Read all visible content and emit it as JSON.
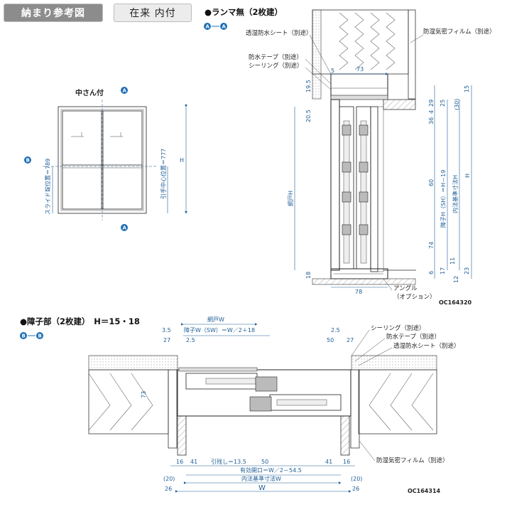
{
  "tabs": {
    "notes": "納まり参考図",
    "type": "在来  内付"
  },
  "top": {
    "section_title": "●ランマ無（2枚建）",
    "section_marker": [
      "A",
      "A"
    ],
    "elevation_title": "中さん付",
    "callouts": {
      "sheet": "透湿防水シート（別途）",
      "tape": "防水テープ（別途）",
      "sealing": "シーリング（別途）",
      "film": "防湿気密フィルム（別途）",
      "angle": "アングル",
      "angle_opt": "（オプション）"
    },
    "elev_labels": {
      "slide": "スライド錠位置＝789",
      "handle": "引手中心位置＝777",
      "h": "H"
    },
    "dims_blue": {
      "d5": "5",
      "d73": "73",
      "d19_5": "19.5",
      "d20_5": "20.5",
      "d78": "78",
      "d18": "18",
      "screen_h": "網戸H",
      "d29": "29",
      "d25": "25",
      "d15": "15",
      "d4": "4",
      "d30": "(30)",
      "d36": "36",
      "d60": "60",
      "d74": "74",
      "sh": "障子H（SH）＝H－19",
      "inner": "内法基準寸法H",
      "h": "H",
      "d6": "6",
      "d17": "17",
      "d11": "11",
      "d23": "23",
      "d12": "12"
    },
    "code": "OC164320"
  },
  "bottom": {
    "section_title": "●障子部（2枚建）　H＝15・18",
    "section_marker": [
      "B",
      "B"
    ],
    "callouts": {
      "sealing": "シーリング（別途）",
      "tape": "防水テープ（別途）",
      "sheet": "透湿防水シート（別途）",
      "film": "防湿気密フィルム（別途）"
    },
    "dims_blue": {
      "screen_w": "網戸W",
      "sash_w": "障子W（SW）＝W／2＋18",
      "d3_5": "3.5",
      "d27": "27",
      "d2_5": "2.5",
      "d2_5r": "2.5",
      "d50r": "50",
      "d27r": "27",
      "d73": "73",
      "d16": "16",
      "d41": "41",
      "hikikomi": "引残し＝13.5",
      "d50": "50",
      "d41r": "41",
      "d16r": "16",
      "open": "有効開口＝W／2－54.5",
      "inner": "内法基準寸法W",
      "d20": "(20)",
      "d20r": "(20)",
      "d26": "26",
      "w": "W",
      "d26r": "26"
    },
    "code": "OC164314"
  }
}
